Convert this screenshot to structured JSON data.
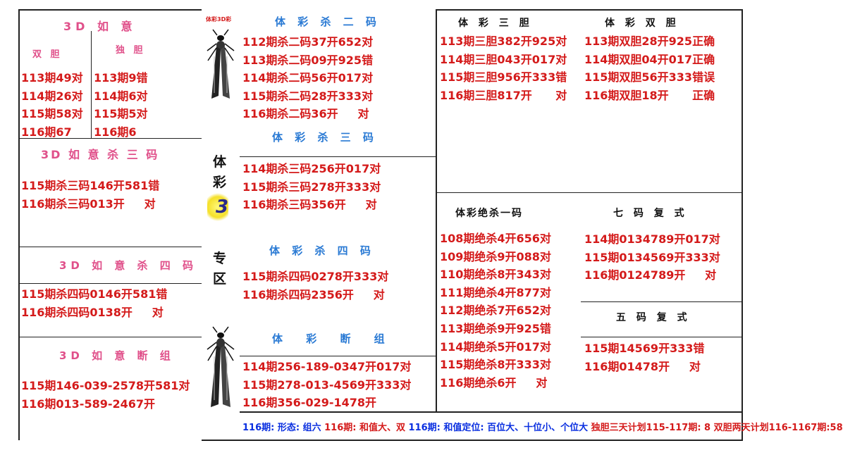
{
  "left": {
    "title": "3D 如 意",
    "shuangdan_header": "双 胆",
    "dudan_header": "独 胆",
    "shuangdan": [
      "113期49对",
      "114期26对",
      "115期58对",
      "116期67"
    ],
    "dudan": [
      "113期9错",
      "114期6对",
      "115期5对",
      "116期6"
    ],
    "sha3_title": "3D 如 意 杀 三 码",
    "sha3": [
      "115期杀三码146开581错",
      "116期杀三码013开     对"
    ],
    "sha4_title": "3D 如 意 杀 四 码",
    "sha4": [
      "115期杀四码0146开581错",
      "116期杀四码0138开     对"
    ],
    "duanzu_title": "3D 如 意 断 组",
    "duanzu": [
      "115期146-039-2578开581对",
      "116期013-589-2467开"
    ]
  },
  "center": {
    "label_top": "体彩3D彩",
    "chars": [
      "体",
      "彩",
      "3",
      "专",
      "区"
    ]
  },
  "mid": {
    "sha2_title": "体 彩 杀 二 码",
    "sha2": [
      "112期杀二码37开652对",
      "113期杀二码09开925错",
      "114期杀二码56开017对",
      "115期杀二码28开333对",
      "116期杀二码36开     对"
    ],
    "sha3_title": "体 彩 杀 三 码",
    "sha3": [
      "114期杀三码256开017对",
      "115期杀三码278开333对",
      "116期杀三码356开     对"
    ],
    "sha4_title": "体 彩 杀 四 码",
    "sha4": [
      "115期杀四码0278开333对",
      "116期杀四码2356开     对"
    ],
    "duanzu_title": "体 彩 断 组",
    "duanzu": [
      "114期256-189-0347开017对",
      "115期278-013-4569开333对",
      "116期356-029-1478开"
    ]
  },
  "right": {
    "sandan_title": "体 彩 三 胆",
    "sandan": [
      "113期三胆382开925对",
      "114期三胆043开017对",
      "115期三胆956开333错",
      "116期三胆817开      对"
    ],
    "shuangdan_title": "体 彩 双 胆",
    "shuangdan": [
      "113期双胆28开925正确",
      "114期双胆04开017正确",
      "115期双胆56开333错误",
      "116期双胆18开      正确"
    ],
    "jueshayima_title": "体彩绝杀一码",
    "jueshayima": [
      "108期绝杀4开656对",
      "109期绝杀9开088对",
      "110期绝杀8开343对",
      "111期绝杀4开877对",
      "112期绝杀7开652对",
      "113期绝杀9开925错",
      "114期绝杀5开017对",
      "115期绝杀8开333对",
      "116期绝杀6开     对"
    ],
    "qima_title": "七 码 复 式",
    "qima": [
      "114期0134789开017对",
      "115期0134569开333对",
      "116期0124789开     对"
    ],
    "wuma_title": "五 码 复 式",
    "wuma": [
      "115期14569开333错",
      "116期01478开     对"
    ]
  },
  "footer": {
    "p1": "116期: 形态: 组六",
    "p2": "116期: 和值大、双",
    "p3": "116期: 和值定位: 百位大、十位小、个位大",
    "p4": "独胆三天计划115-117期: 8",
    "p5": "双胆两天计划116-1167期:58"
  }
}
